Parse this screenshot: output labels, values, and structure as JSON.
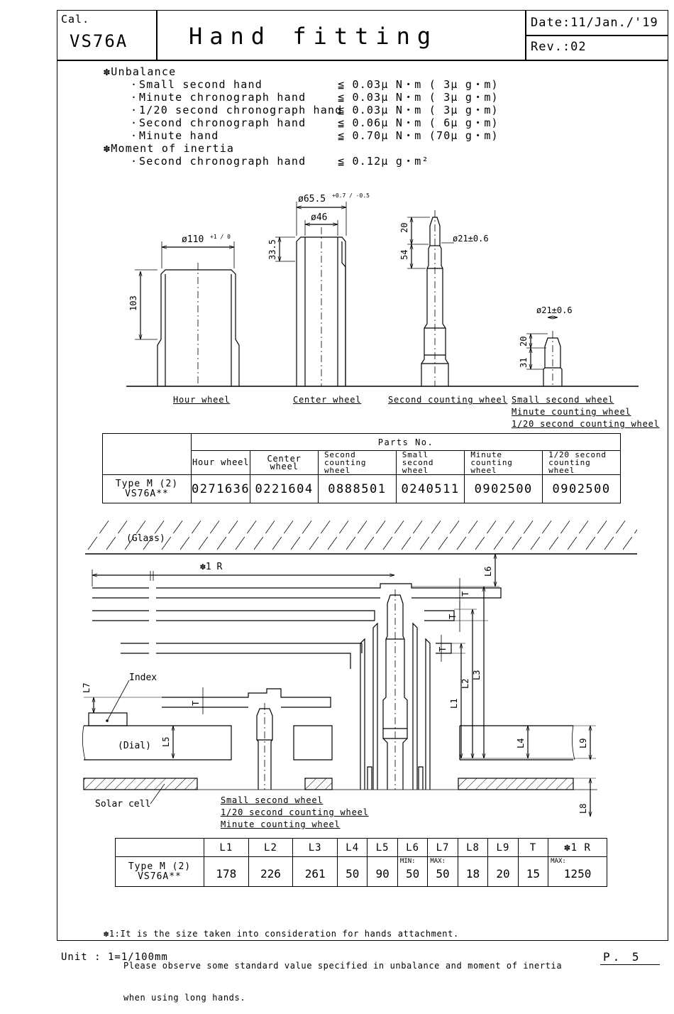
{
  "header": {
    "cal_label": "Cal.",
    "cal_value": "VS76A",
    "title": "Hand fitting",
    "date": "Date:11/Jan./'19",
    "rev": "Rev.:02"
  },
  "specs": {
    "unbalance_title": "Unbalance",
    "unbalance": [
      {
        "name": "Small second hand",
        "value": "≦ 0.03μ N・m ( 3μ g・m)"
      },
      {
        "name": "Minute chronograph hand",
        "value": "≦ 0.03μ N・m ( 3μ g・m)"
      },
      {
        "name": "1/20 second chronograph hand",
        "value": "≦ 0.03μ N・m ( 3μ g・m)"
      },
      {
        "name": "Second chronograph hand",
        "value": "≦ 0.06μ N・m ( 6μ g・m)"
      },
      {
        "name": "Minute hand",
        "value": "≦ 0.70μ N・m (70μ g・m)"
      }
    ],
    "inertia_title": "Moment of inertia",
    "inertia": [
      {
        "name": "Second chronograph hand",
        "value": "≦ 0.12μ g・m²"
      }
    ],
    "mark": "✽"
  },
  "wheels_drawing": {
    "hour_dim_dia": "ø110",
    "hour_dim_tol": "+1 / 0",
    "hour_dim_h": "103",
    "center_dim_outer": "ø65.5",
    "center_dim_outer_tol": "+0.7 / -0.5",
    "center_dim_inner": "ø46",
    "center_dim_h": "33.5",
    "second_dim_top": "20",
    "second_dim_h": "54",
    "second_dim_dia": "ø21±0.6",
    "small_dim_dia": "ø21±0.6",
    "small_dim_top": "20",
    "small_dim_h": "31",
    "labels": {
      "hour": "Hour wheel",
      "center": "Center wheel",
      "second": "Second counting wheel",
      "small1": "Small second wheel",
      "small2": "Minute counting wheel",
      "small3": "1/20 second counting wheel"
    }
  },
  "parts_table": {
    "group_header": "Parts No.",
    "columns": [
      {
        "l1": "Hour wheel",
        "l2": ""
      },
      {
        "l1": "Center wheel",
        "l2": ""
      },
      {
        "l1": "Second",
        "l2": "counting wheel"
      },
      {
        "l1": "Small",
        "l2": "second wheel"
      },
      {
        "l1": "Minute",
        "l2": "counting wheel"
      },
      {
        "l1": "1/20 second",
        "l2": "counting wheel"
      }
    ],
    "row_label_1": "Type M (2)",
    "row_label_2": "VS76A**",
    "values": [
      "0271636",
      "0221604",
      "0888501",
      "0240511",
      "0902500",
      "0902500"
    ]
  },
  "section_drawing": {
    "glass": "(Glass)",
    "r_label": "✽1 R",
    "index": "Index",
    "dial": "(Dial)",
    "solar": "Solar cell",
    "dims": {
      "L1": "L1",
      "L2": "L2",
      "L3": "L3",
      "L4": "L4",
      "L5": "L5",
      "L6": "L6",
      "L7": "L7",
      "L8": "L8",
      "L9": "L9",
      "T": "T"
    },
    "labels": {
      "small1": "Small second wheel",
      "small2": "1/20 second counting wheel",
      "small3": "Minute counting wheel"
    }
  },
  "dim_table": {
    "headers": [
      "L1",
      "L2",
      "L3",
      "L4",
      "L5",
      "L6",
      "L7",
      "L8",
      "L9",
      "T",
      "✽1 R"
    ],
    "notes": [
      "",
      "",
      "",
      "",
      "",
      "MIN:",
      "MAX:",
      "",
      "",
      "",
      "MAX:"
    ],
    "values": [
      "178",
      "226",
      "261",
      "50",
      "90",
      "50",
      "50",
      "18",
      "20",
      "15",
      "1250"
    ],
    "row_label_1": "Type M (2)",
    "row_label_2": "VS76A**"
  },
  "footnote": {
    "lines": [
      "✽1:It is the size taken into consideration for hands attachment.",
      "Please observe some standard value specified in unbalance and moment of inertia",
      "when using long hands."
    ]
  },
  "footer": {
    "unit": "Unit : 1=1/100mm",
    "page": "P. 5"
  }
}
